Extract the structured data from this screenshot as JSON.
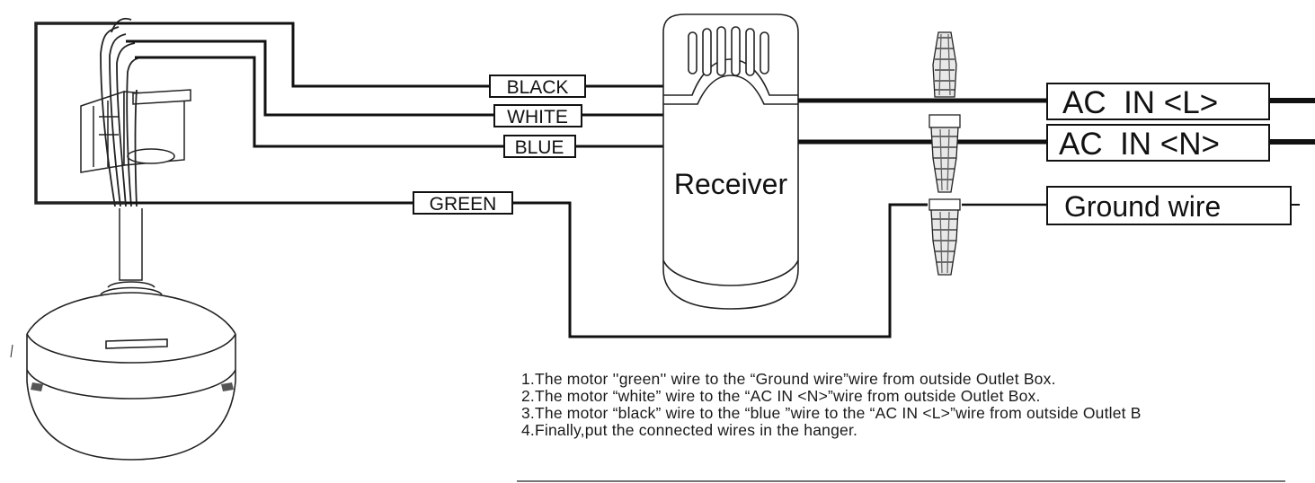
{
  "wire_labels": {
    "black": "BLACK",
    "white": "WHITE",
    "blue": "BLUE",
    "green": "GREEN"
  },
  "receiver_label": "Receiver",
  "terminals": {
    "ac_in_l": "AC  IN <L>",
    "ac_in_n": "AC  IN <N>",
    "ground": "Ground wire"
  },
  "instructions": [
    "1.The motor ''green'' wire to the “Ground wire”wire from outside Outlet Box.",
    "2.The motor “white” wire to the “AC IN <N>”wire from outside Outlet Box.",
    "3.The motor “black” wire to the “blue ”wire to the “AC IN <L>”wire from outside Outlet B",
    "4.Finally,put the connected wires in the hanger."
  ]
}
